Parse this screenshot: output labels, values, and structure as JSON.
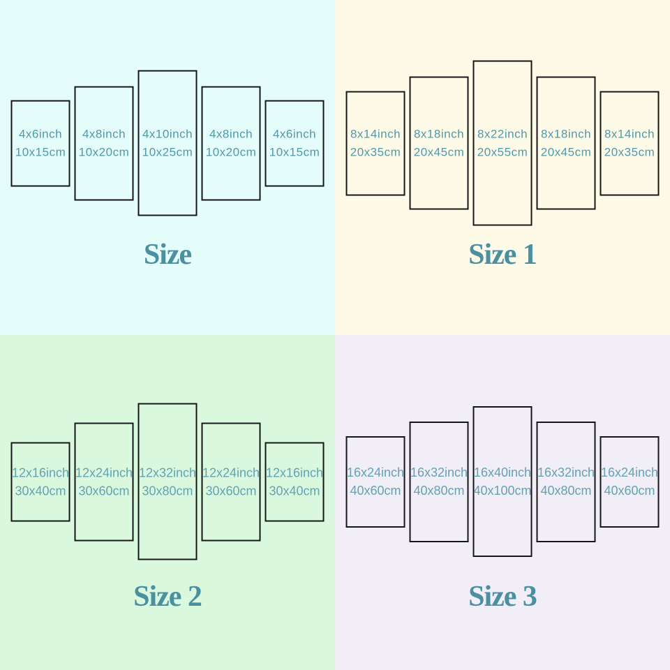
{
  "colors": {
    "quadrant_1_bg": "#e4fcfa",
    "quadrant_2_bg": "#fdfbe8",
    "quadrant_3_bg": "#daf8dd",
    "quadrant_4_bg": "#f2eef8",
    "panel_border": "#161616",
    "panel_label_text": "#5a9dae",
    "title_text": "#4b90a1"
  },
  "quadrants": [
    {
      "title": "Size",
      "panels": [
        {
          "inch": "4x6inch",
          "cm": "10x15cm"
        },
        {
          "inch": "4x8inch",
          "cm": "10x20cm"
        },
        {
          "inch": "4x10inch",
          "cm": "10x25cm"
        },
        {
          "inch": "4x8inch",
          "cm": "10x20cm"
        },
        {
          "inch": "4x6inch",
          "cm": "10x15cm"
        }
      ]
    },
    {
      "title": "Size 1",
      "panels": [
        {
          "inch": "8x14inch",
          "cm": "20x35cm"
        },
        {
          "inch": "8x18inch",
          "cm": "20x45cm"
        },
        {
          "inch": "8x22inch",
          "cm": "20x55cm"
        },
        {
          "inch": "8x18inch",
          "cm": "20x45cm"
        },
        {
          "inch": "8x14inch",
          "cm": "20x35cm"
        }
      ]
    },
    {
      "title": "Size 2",
      "panels": [
        {
          "inch": "12x16inch",
          "cm": "30x40cm"
        },
        {
          "inch": "12x24inch",
          "cm": "30x60cm"
        },
        {
          "inch": "12x32inch",
          "cm": "30x80cm"
        },
        {
          "inch": "12x24inch",
          "cm": "30x60cm"
        },
        {
          "inch": "12x16inch",
          "cm": "30x40cm"
        }
      ]
    },
    {
      "title": "Size 3",
      "panels": [
        {
          "inch": "16x24inch",
          "cm": "40x60cm"
        },
        {
          "inch": "16x32inch",
          "cm": "40x80cm"
        },
        {
          "inch": "16x40inch",
          "cm": "40x100cm"
        },
        {
          "inch": "16x32inch",
          "cm": "40x80cm"
        },
        {
          "inch": "16x24inch",
          "cm": "40x60cm"
        }
      ]
    }
  ]
}
